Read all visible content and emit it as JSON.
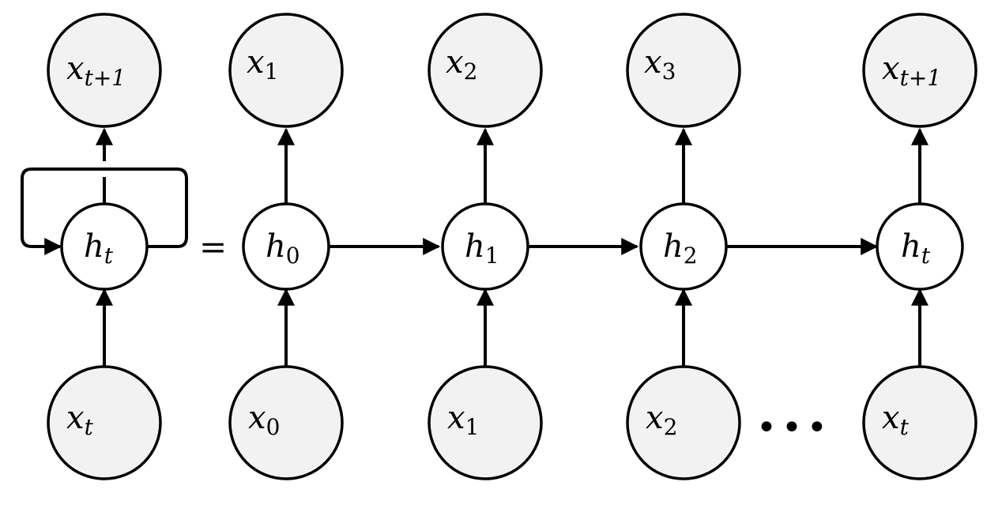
{
  "diagram": {
    "folded": {
      "output": {
        "var": "x",
        "sub": "t+1"
      },
      "hidden": {
        "var": "h",
        "sub": "t"
      },
      "input": {
        "var": "x",
        "sub": "t"
      }
    },
    "equals": "=",
    "unrolled": [
      {
        "output": {
          "var": "x",
          "sub": "1"
        },
        "hidden": {
          "var": "h",
          "sub": "0"
        },
        "input": {
          "var": "x",
          "sub": "0"
        }
      },
      {
        "output": {
          "var": "x",
          "sub": "2"
        },
        "hidden": {
          "var": "h",
          "sub": "1"
        },
        "input": {
          "var": "x",
          "sub": "1"
        }
      },
      {
        "output": {
          "var": "x",
          "sub": "3"
        },
        "hidden": {
          "var": "h",
          "sub": "2"
        },
        "input": {
          "var": "x",
          "sub": "2"
        }
      },
      {
        "output": {
          "var": "x",
          "sub": "t+1"
        },
        "hidden": {
          "var": "h",
          "sub": "t"
        },
        "input": {
          "var": "x",
          "sub": "t"
        }
      }
    ],
    "ellipsis": "•••"
  }
}
